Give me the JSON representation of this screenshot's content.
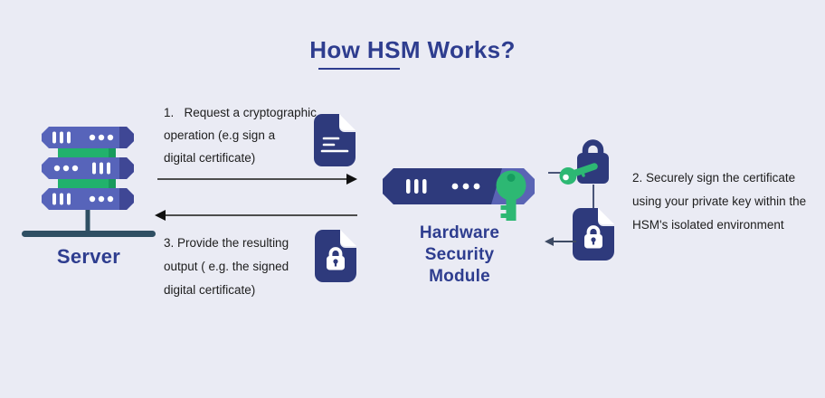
{
  "title": {
    "text": "How HSM Works?"
  },
  "nodes": {
    "server": {
      "label": "Server"
    },
    "hsm": {
      "lines": [
        "Hardware",
        "Security",
        "Module"
      ]
    }
  },
  "steps": {
    "step1": {
      "lines": [
        "1.   Request a cryptographic",
        "operation (e.g sign a",
        "digital certificate)"
      ]
    },
    "step2": {
      "lines": [
        "2. Securely sign the certificate",
        "using your private key within the",
        "HSM's isolated environment"
      ]
    },
    "step3": {
      "lines": [
        "3. Provide the resulting",
        "output ( e.g. the signed",
        "digital certificate)"
      ]
    }
  },
  "icons": {
    "server": "server-stack-icon",
    "request_document": "document-text-icon",
    "response_document": "locked-document-icon",
    "hsm_device": "hsm-appliance-icon",
    "hsm_key": "key-icon",
    "sign_lock": "padlock-with-key-icon",
    "signed_document": "locked-document-icon"
  },
  "colors": {
    "background": "#eaebf4",
    "heading_blue": "#2e3d8f",
    "navy": "#2e3a7c",
    "mid_blue": "#5764ba",
    "dark_blue_accent": "#3f4795",
    "light_blue_section": "#5a64b4",
    "green": "#21b26c",
    "key_green": "#2db873",
    "slate": "#2f4f63",
    "arrow_gray": "#4d4d4d",
    "body_text": "#1d1d1d"
  }
}
